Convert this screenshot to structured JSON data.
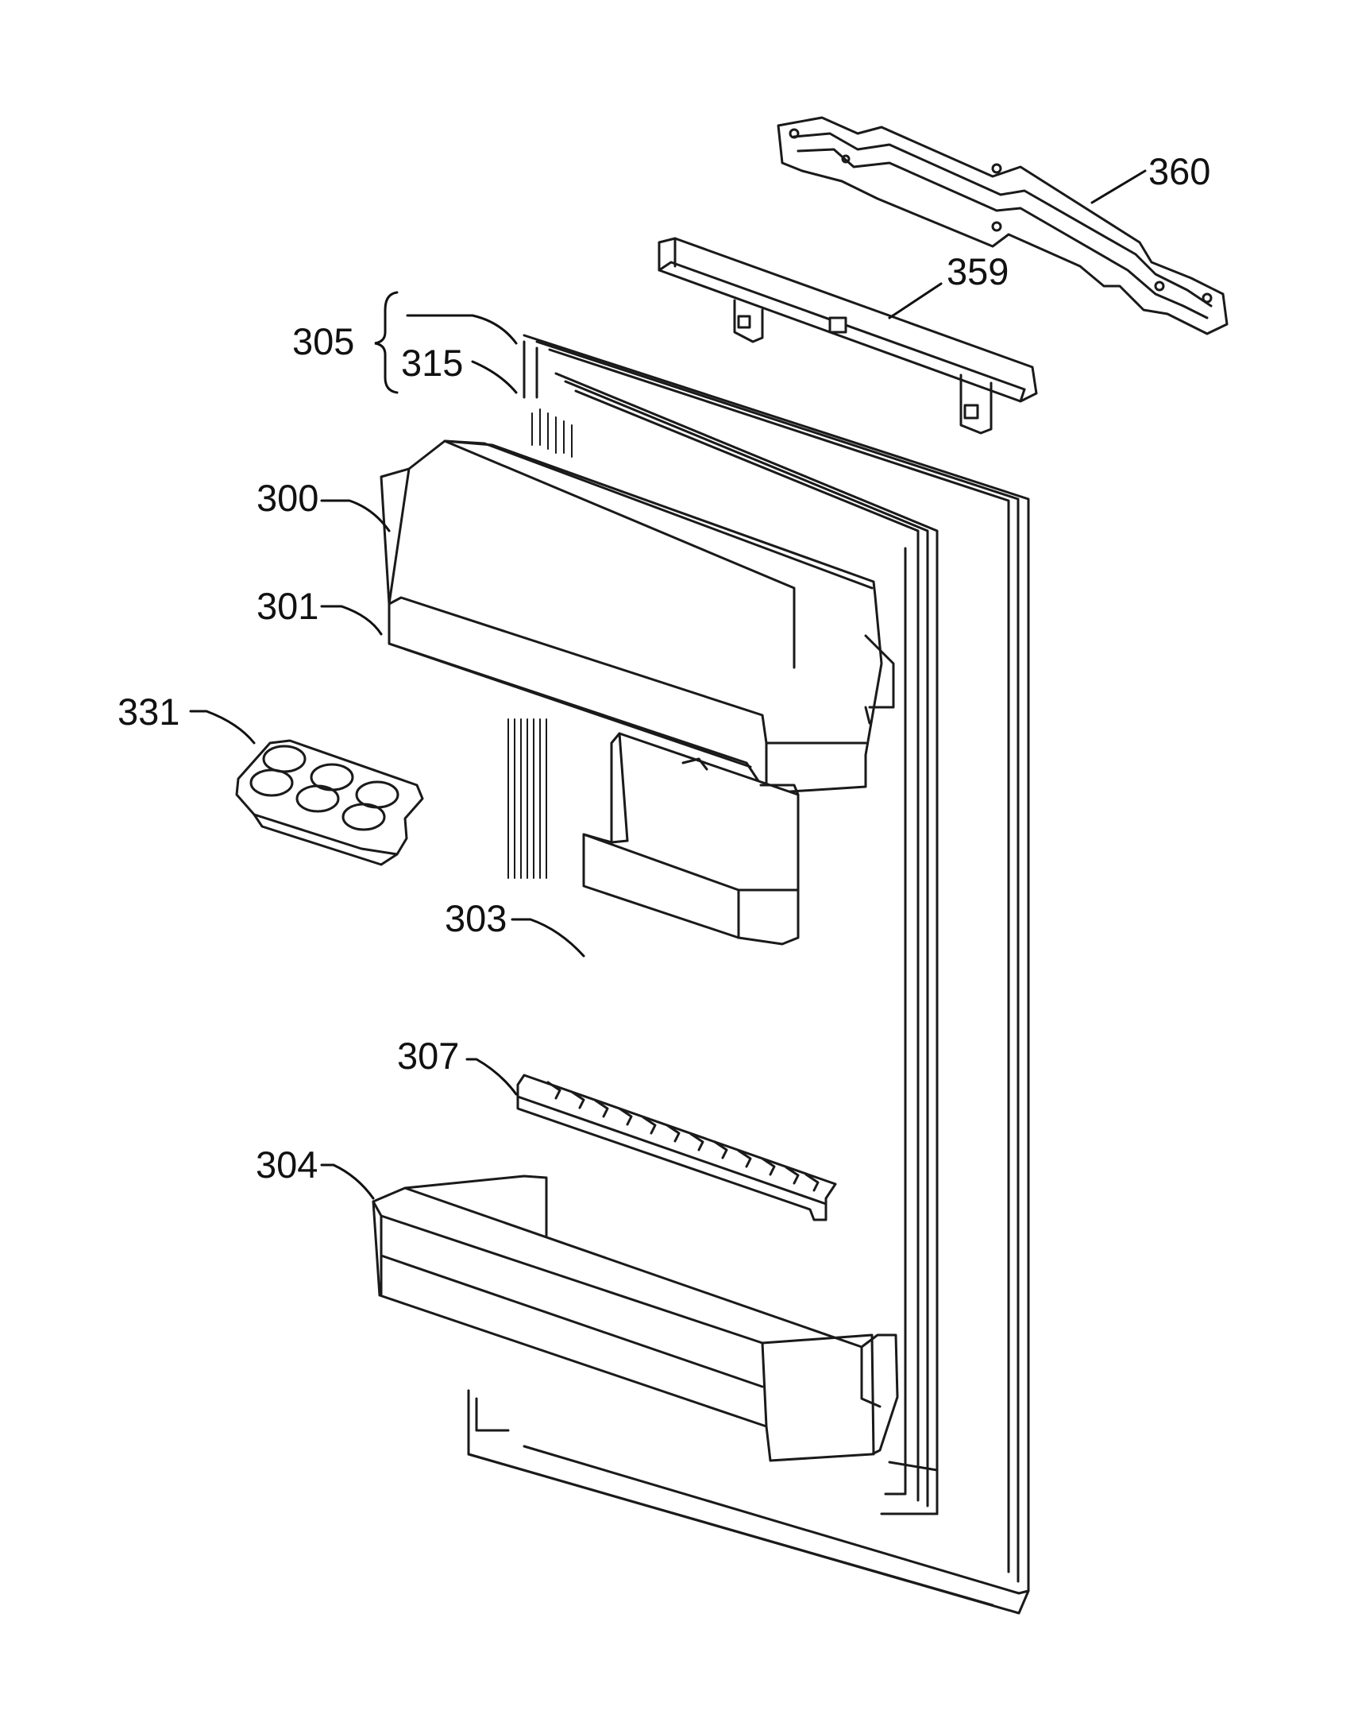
{
  "labels": {
    "p360": "360",
    "p359": "359",
    "p305": "305",
    "p315": "315",
    "p300": "300",
    "p301": "301",
    "p331": "331",
    "p303": "303",
    "p307": "307",
    "p304": "304"
  }
}
